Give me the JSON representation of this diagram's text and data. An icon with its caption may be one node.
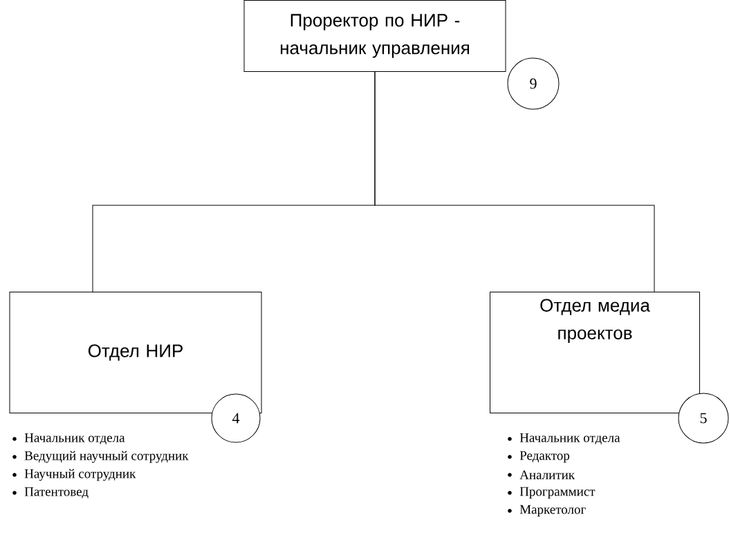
{
  "diagram": {
    "nodes": [
      {
        "text": [
          "Проректор по НИР - начальник управления"
        ]
      },
      {
        "text": [
          "9"
        ]
      },
      {
        "text": [
          "Отдел НИР"
        ],
        "beside": [
          "Начальник отдела",
          "Ведущий научный сотрудник",
          "Научный сотрудник",
          "Патентовед"
        ]
      },
      {
        "text": [
          "4"
        ]
      },
      {
        "text": [
          "Отдел медиа проектов"
        ],
        "beside": [
          "Начальник отдела",
          "Редактор",
          "Аналитик",
          "Программист",
          "Маркетолог"
        ]
      },
      {
        "text": [
          "5"
        ]
      }
    ],
    "edges": [
      {
        "from": 0,
        "to": 2,
        "arrow": "none"
      },
      {
        "from": 0,
        "to": 4,
        "arrow": "none"
      }
    ]
  }
}
